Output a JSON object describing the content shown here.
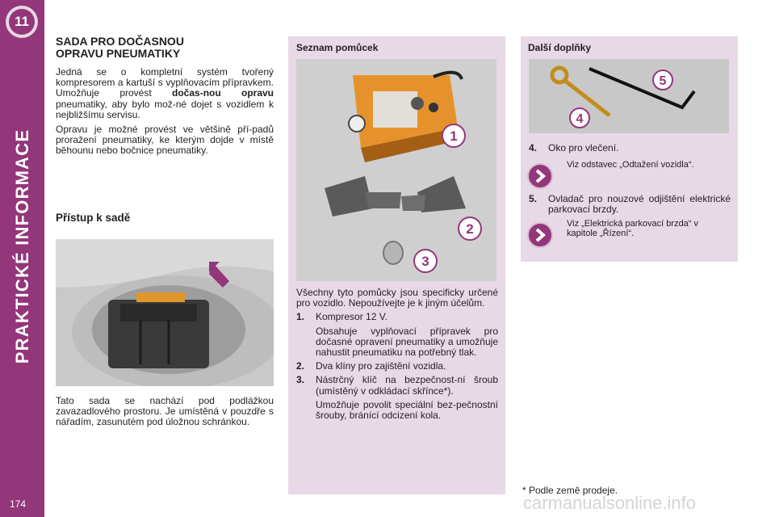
{
  "sidebar": {
    "chapter": "11",
    "title": "PRAKTICKÉ INFORMACE",
    "page_number": "174",
    "accent_color": "#93367a"
  },
  "section": {
    "title_line1": "SADA PRO DOČASNOU",
    "title_line2": "OPRAVU PNEUMATIKY",
    "intro_before_bold": "Jedná se o kompletní systém tvořený kompresorem a kartuší s vyplňovacím přípravkem. Umožňuje provést ",
    "intro_bold": "dočas-nou opravu",
    "intro_after_bold": " pneumatiky, aby bylo mož-né dojet s vozidlem k nejbližšímu servisu.",
    "paragraph2": "Opravu je možné provést ve většině pří-padů proražení pneumatiky, ke kterým dojde v místě běhounu nebo bočnice pneumatiky."
  },
  "access": {
    "title": "Přístup k sadě",
    "text": "Tato sada se nachází pod podlážkou zavazadlového prostoru. Je umístěná v pouzdře s nářadím, zasunutém pod úložnou schránkou."
  },
  "tools": {
    "title": "Seznam pomůcek",
    "image_numbers": [
      "1",
      "2",
      "3"
    ],
    "intro": "Všechny tyto pomůcky jsou specificky určené pro vozidlo. Nepoužívejte je k jiným účelům.",
    "items": [
      {
        "num": "1.",
        "text": "Kompresor 12 V.",
        "extra": "Obsahuje vyplňovací přípravek pro dočasné opravení pneumatiky a umožňuje nahustit pneumatiku na potřebný tlak."
      },
      {
        "num": "2.",
        "text": "Dva klíny pro zajištění vozidla."
      },
      {
        "num": "3.",
        "text": "Nástrčný klíč na bezpečnost-ní šroub (umístěný v odkládací skřínce*).",
        "extra": "Umožňuje povolit speciální bez-pečnostní šrouby, bránící odcizení kola."
      }
    ]
  },
  "accessories": {
    "title": "Další doplňky",
    "image_numbers": [
      "4",
      "5"
    ],
    "items": [
      {
        "num": "4.",
        "text": "Oko pro vlečení.",
        "ref": "Viz odstavec „Odtažení vozidla“."
      },
      {
        "num": "5.",
        "text": "Ovladač pro nouzové odjištění elektrické parkovací brzdy.",
        "ref": "Viz „Elektrická parkovací brzda“ v kapitole „Řízení“."
      }
    ]
  },
  "footnote": "* Podle země prodeje.",
  "watermark": "carmanualsonline.info"
}
